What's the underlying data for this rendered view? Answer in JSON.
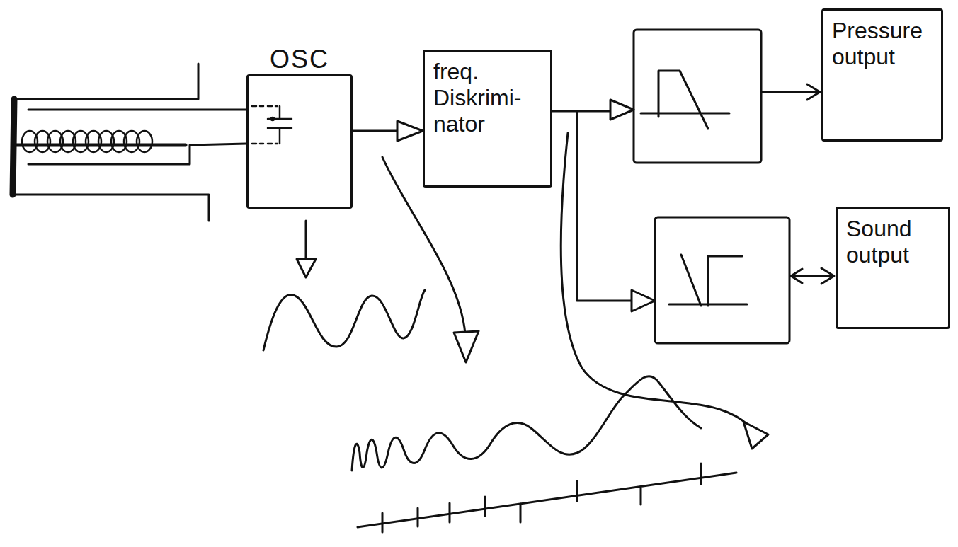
{
  "diagram": {
    "nodes": [
      {
        "text": [
          "OSC"
        ]
      },
      {
        "text": [
          "freq. Diskrimi- nator"
        ]
      },
      {
        "text": [
          "Pressure output"
        ]
      },
      {
        "text": [
          "Sound output"
        ]
      }
    ],
    "edges": [
      {
        "from": 0,
        "to": 1,
        "arrow": "to"
      }
    ]
  }
}
